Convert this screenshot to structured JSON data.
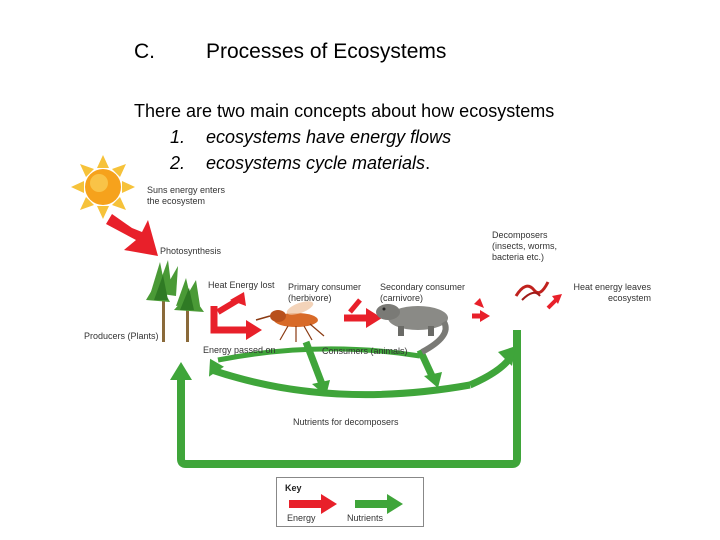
{
  "slide": {
    "heading_number": "C.",
    "heading_text": "Processes of Ecosystems",
    "intro": "There are two main concepts about how ecosystems",
    "points": [
      {
        "number": "1.",
        "text": "ecosystems have energy flows"
      },
      {
        "number": "2.",
        "text": "ecosystems cycle materials",
        "suffix": "."
      }
    ]
  },
  "diagram": {
    "labels": {
      "sun": "Suns energy enters\nthe ecosystem",
      "photosynthesis": "Photosynthesis",
      "decomposers": "Decomposers\n(insects, worms,\nbacteria etc.)",
      "heat_lost": "Heat Energy lost",
      "primary": "Primary consumer\n(herbivore)",
      "secondary": "Secondary consumer\n(carnivore)",
      "heat_leaves": "Heat energy leaves\necosystem",
      "producers": "Producers (Plants)",
      "energy_passed": "Energy passed on",
      "consumers": "Consumers (animals)",
      "nutrients_decomp": "Nutrients for decomposers"
    },
    "key": {
      "title": "Key",
      "energy": "Energy",
      "nutrients": "Nutrients"
    },
    "colors": {
      "energy_arrow": "#e8202a",
      "nutrient_arrow": "#3fa53a",
      "sun": "#f6a21c"
    }
  }
}
